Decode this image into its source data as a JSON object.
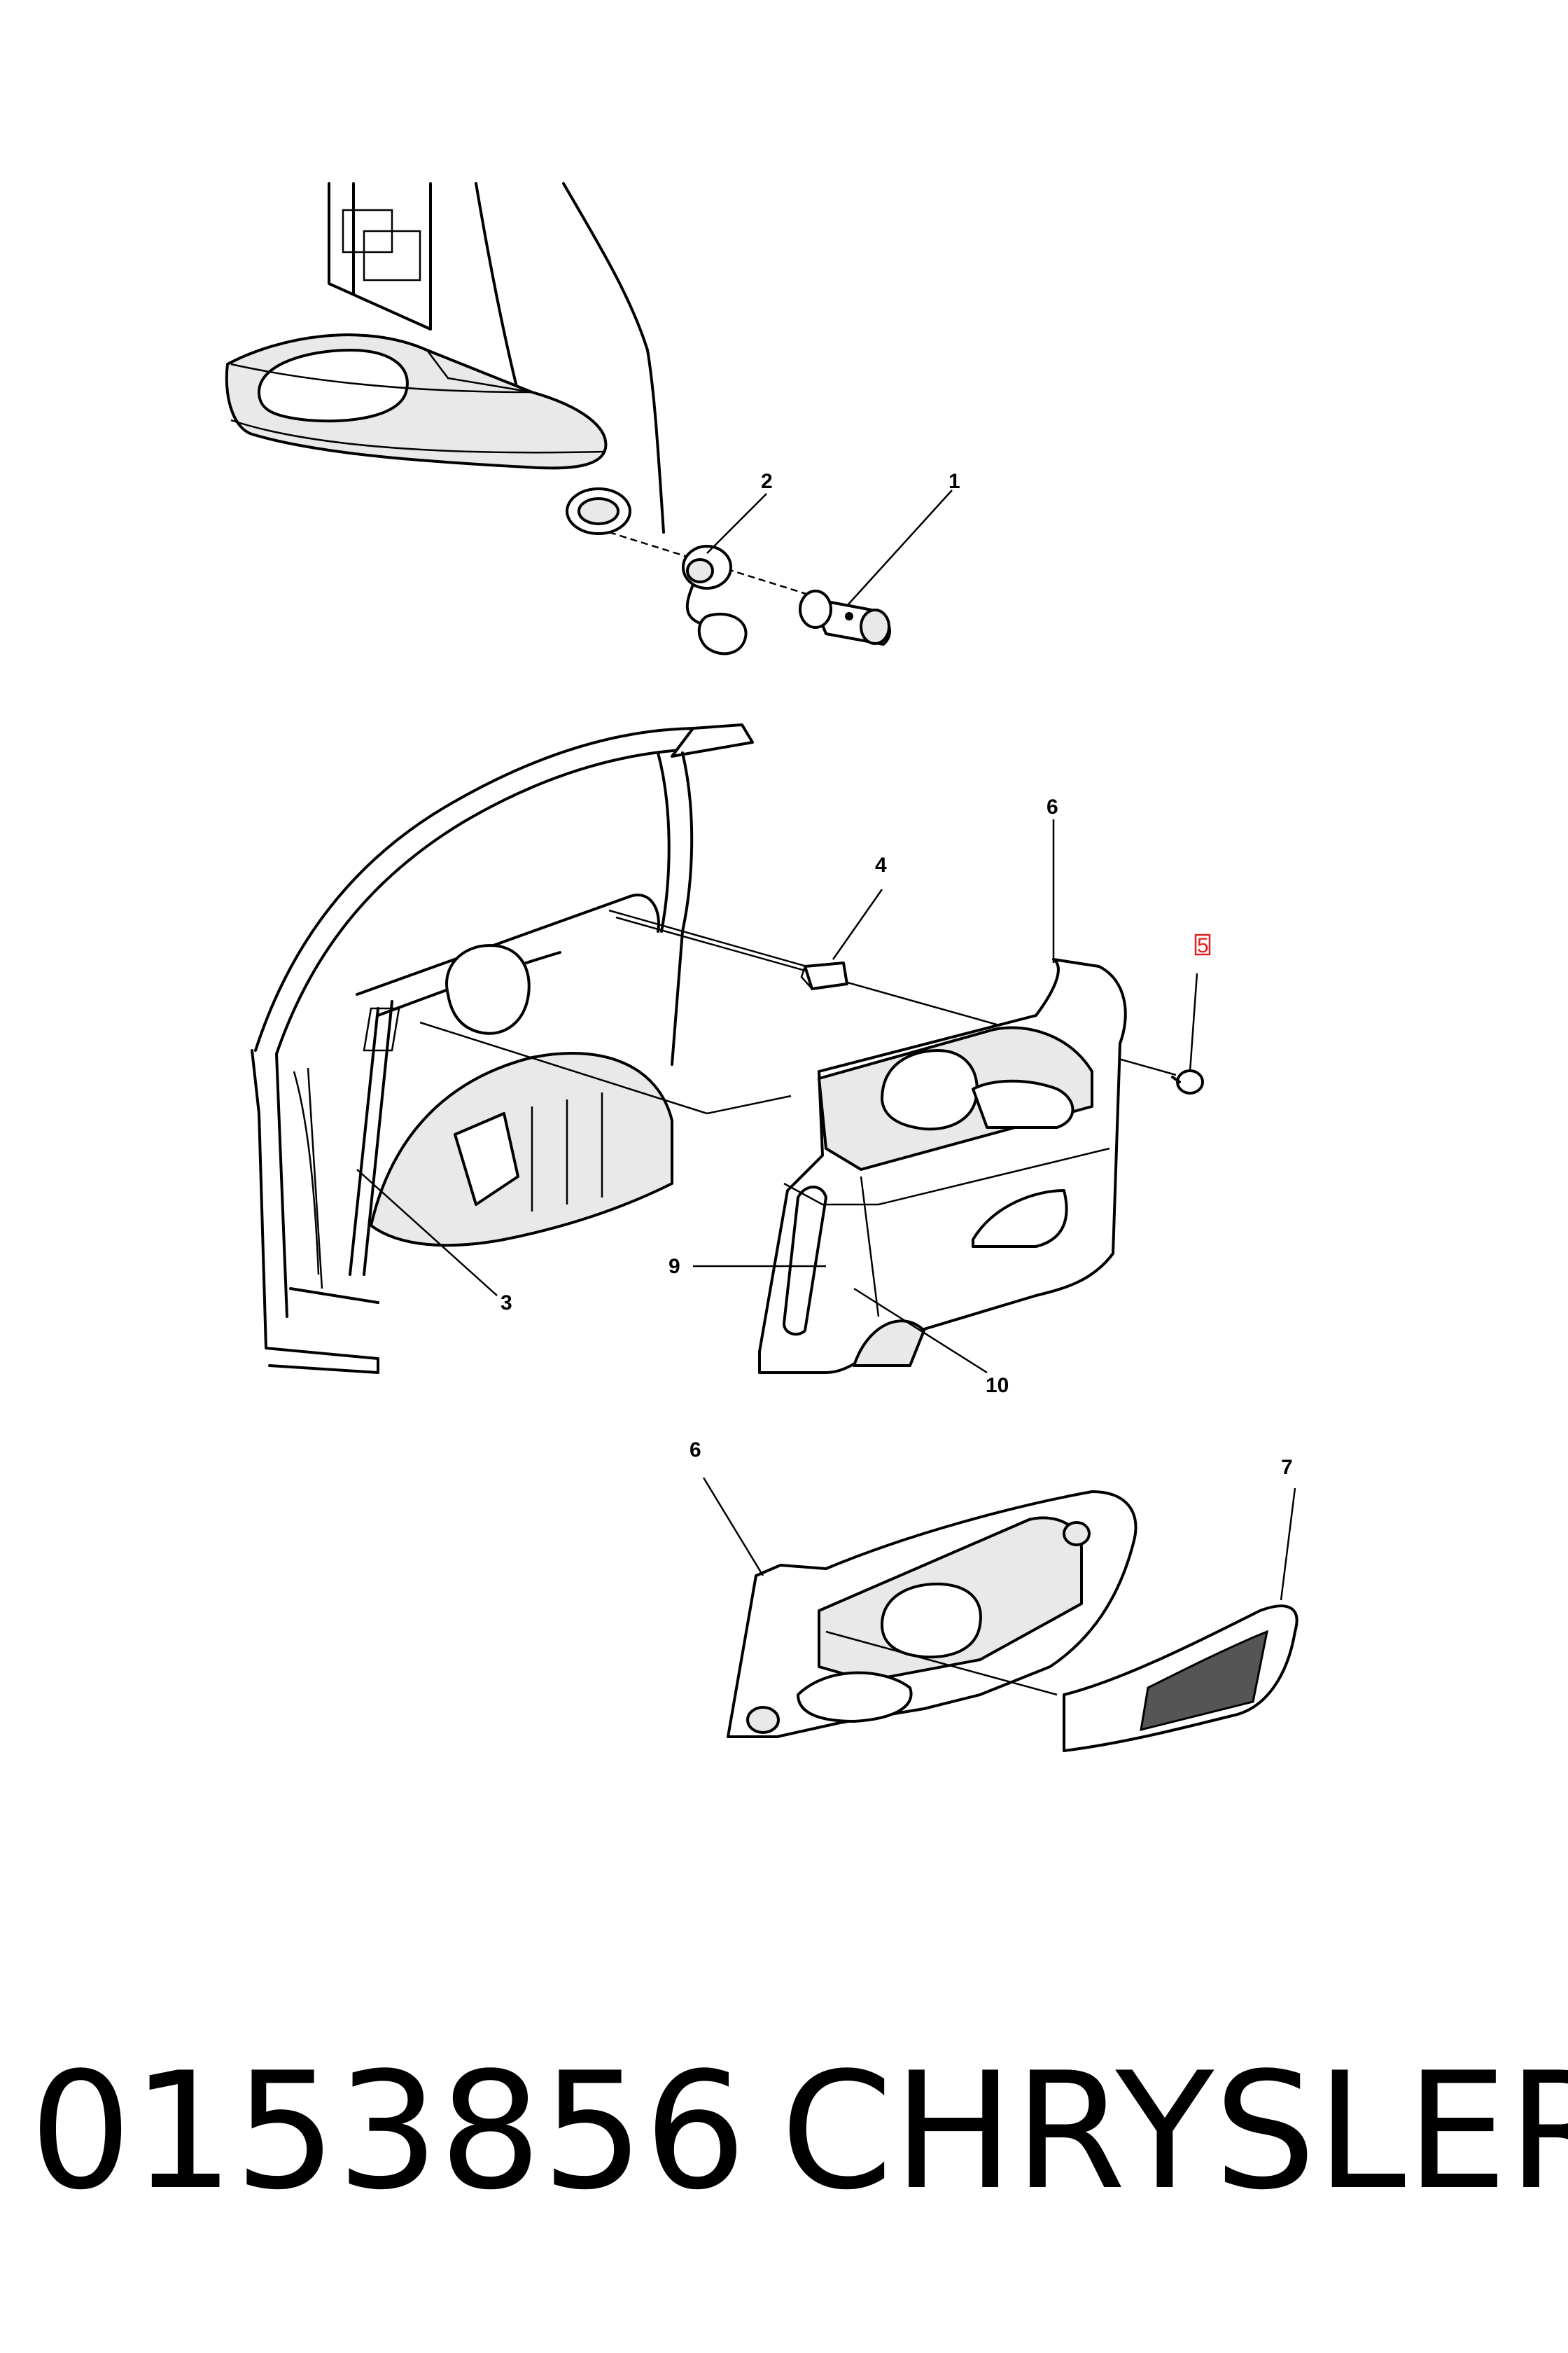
{
  "callouts": [
    {
      "id": "1",
      "label": "1"
    },
    {
      "id": "2",
      "label": "2"
    },
    {
      "id": "3",
      "label": "3"
    },
    {
      "id": "4",
      "label": "4"
    },
    {
      "id": "5",
      "label": "5"
    },
    {
      "id": "6a",
      "label": "6"
    },
    {
      "id": "6b",
      "label": "6"
    },
    {
      "id": "7",
      "label": "7"
    },
    {
      "id": "9",
      "label": "9"
    },
    {
      "id": "10",
      "label": "10"
    }
  ],
  "highlight_color": "#e02020",
  "footer": {
    "part_number": "0153856",
    "brand": "CHRYSLER"
  }
}
